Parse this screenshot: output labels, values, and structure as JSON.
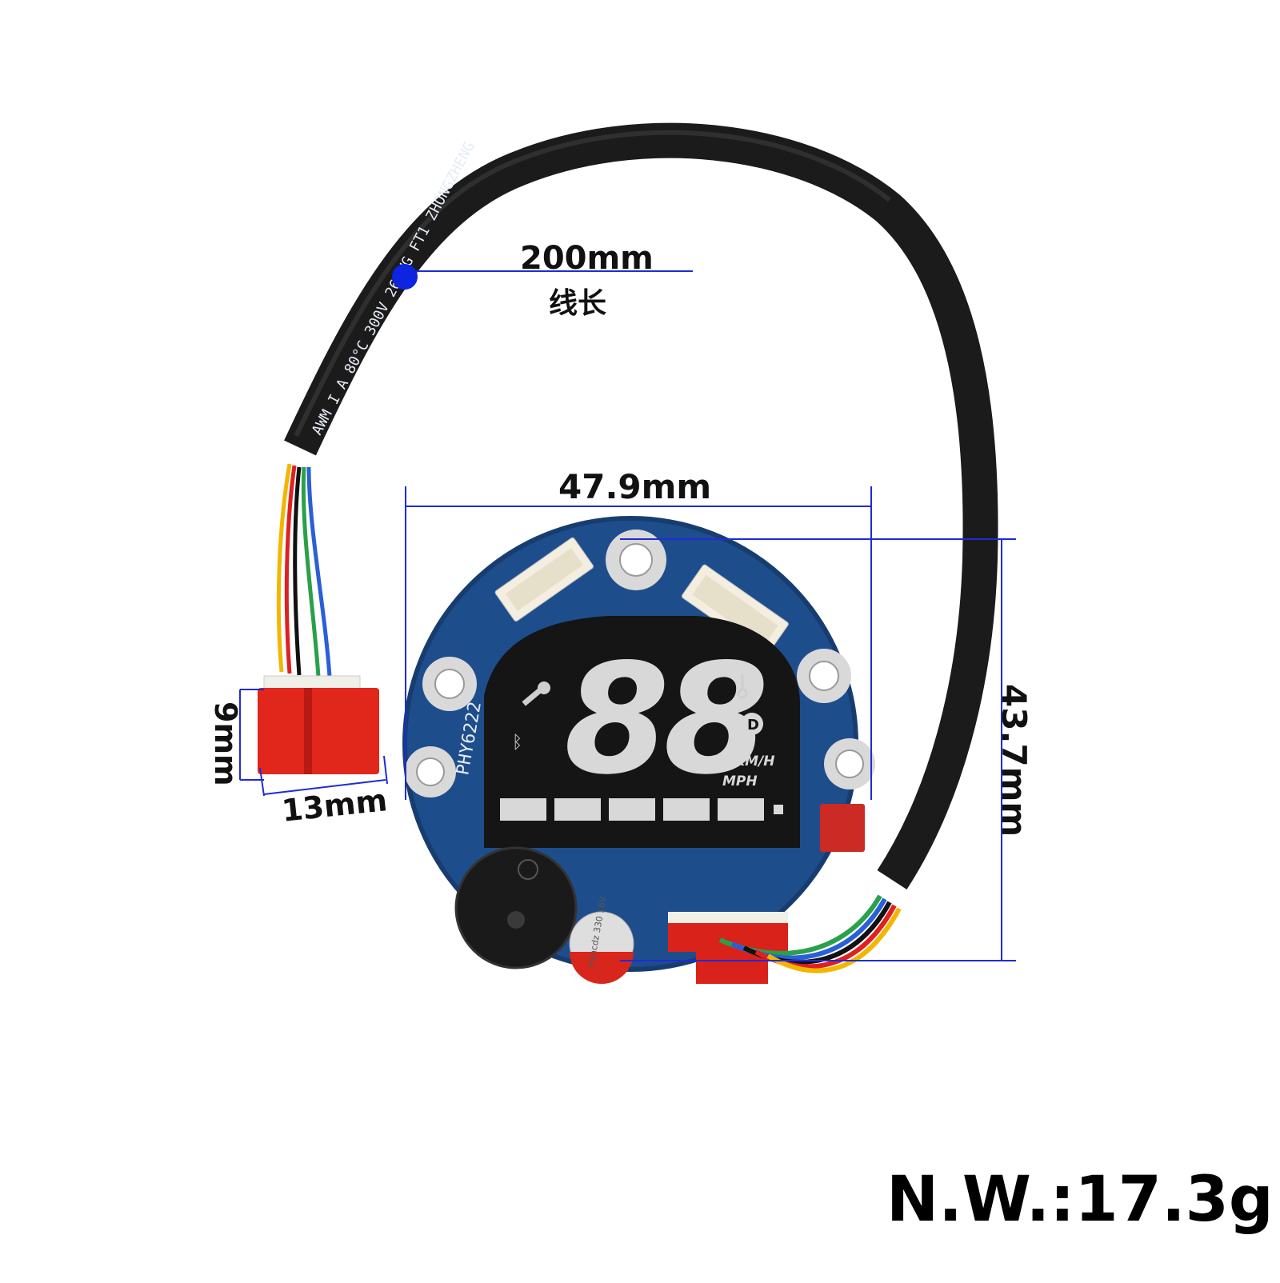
{
  "dimensions": {
    "cable_length": "200mm",
    "cable_length_cn": "线长",
    "board_width": "47.9mm",
    "board_height": "43.7mm",
    "connector_height": "9mm",
    "connector_width": "13mm"
  },
  "weight": "N.W.:17.3g",
  "lcd": {
    "digits": "88",
    "unit_kmh": "KM/H",
    "unit_mph": "MPH",
    "mode": "D"
  },
  "board": {
    "model_silkscreen": "PHY6222",
    "capacitor_text": "Hyncdz 330 16V",
    "cable_print": "AWM I A 80°C 300V 26AWG FT1 ZHONGZHENG"
  },
  "colors": {
    "pcb": "#1e4d8c",
    "dimension_line": "#1f2bd6",
    "marker": "#0d24e0",
    "connector_red": "#e1261c",
    "cable": "#1b1b1b"
  }
}
